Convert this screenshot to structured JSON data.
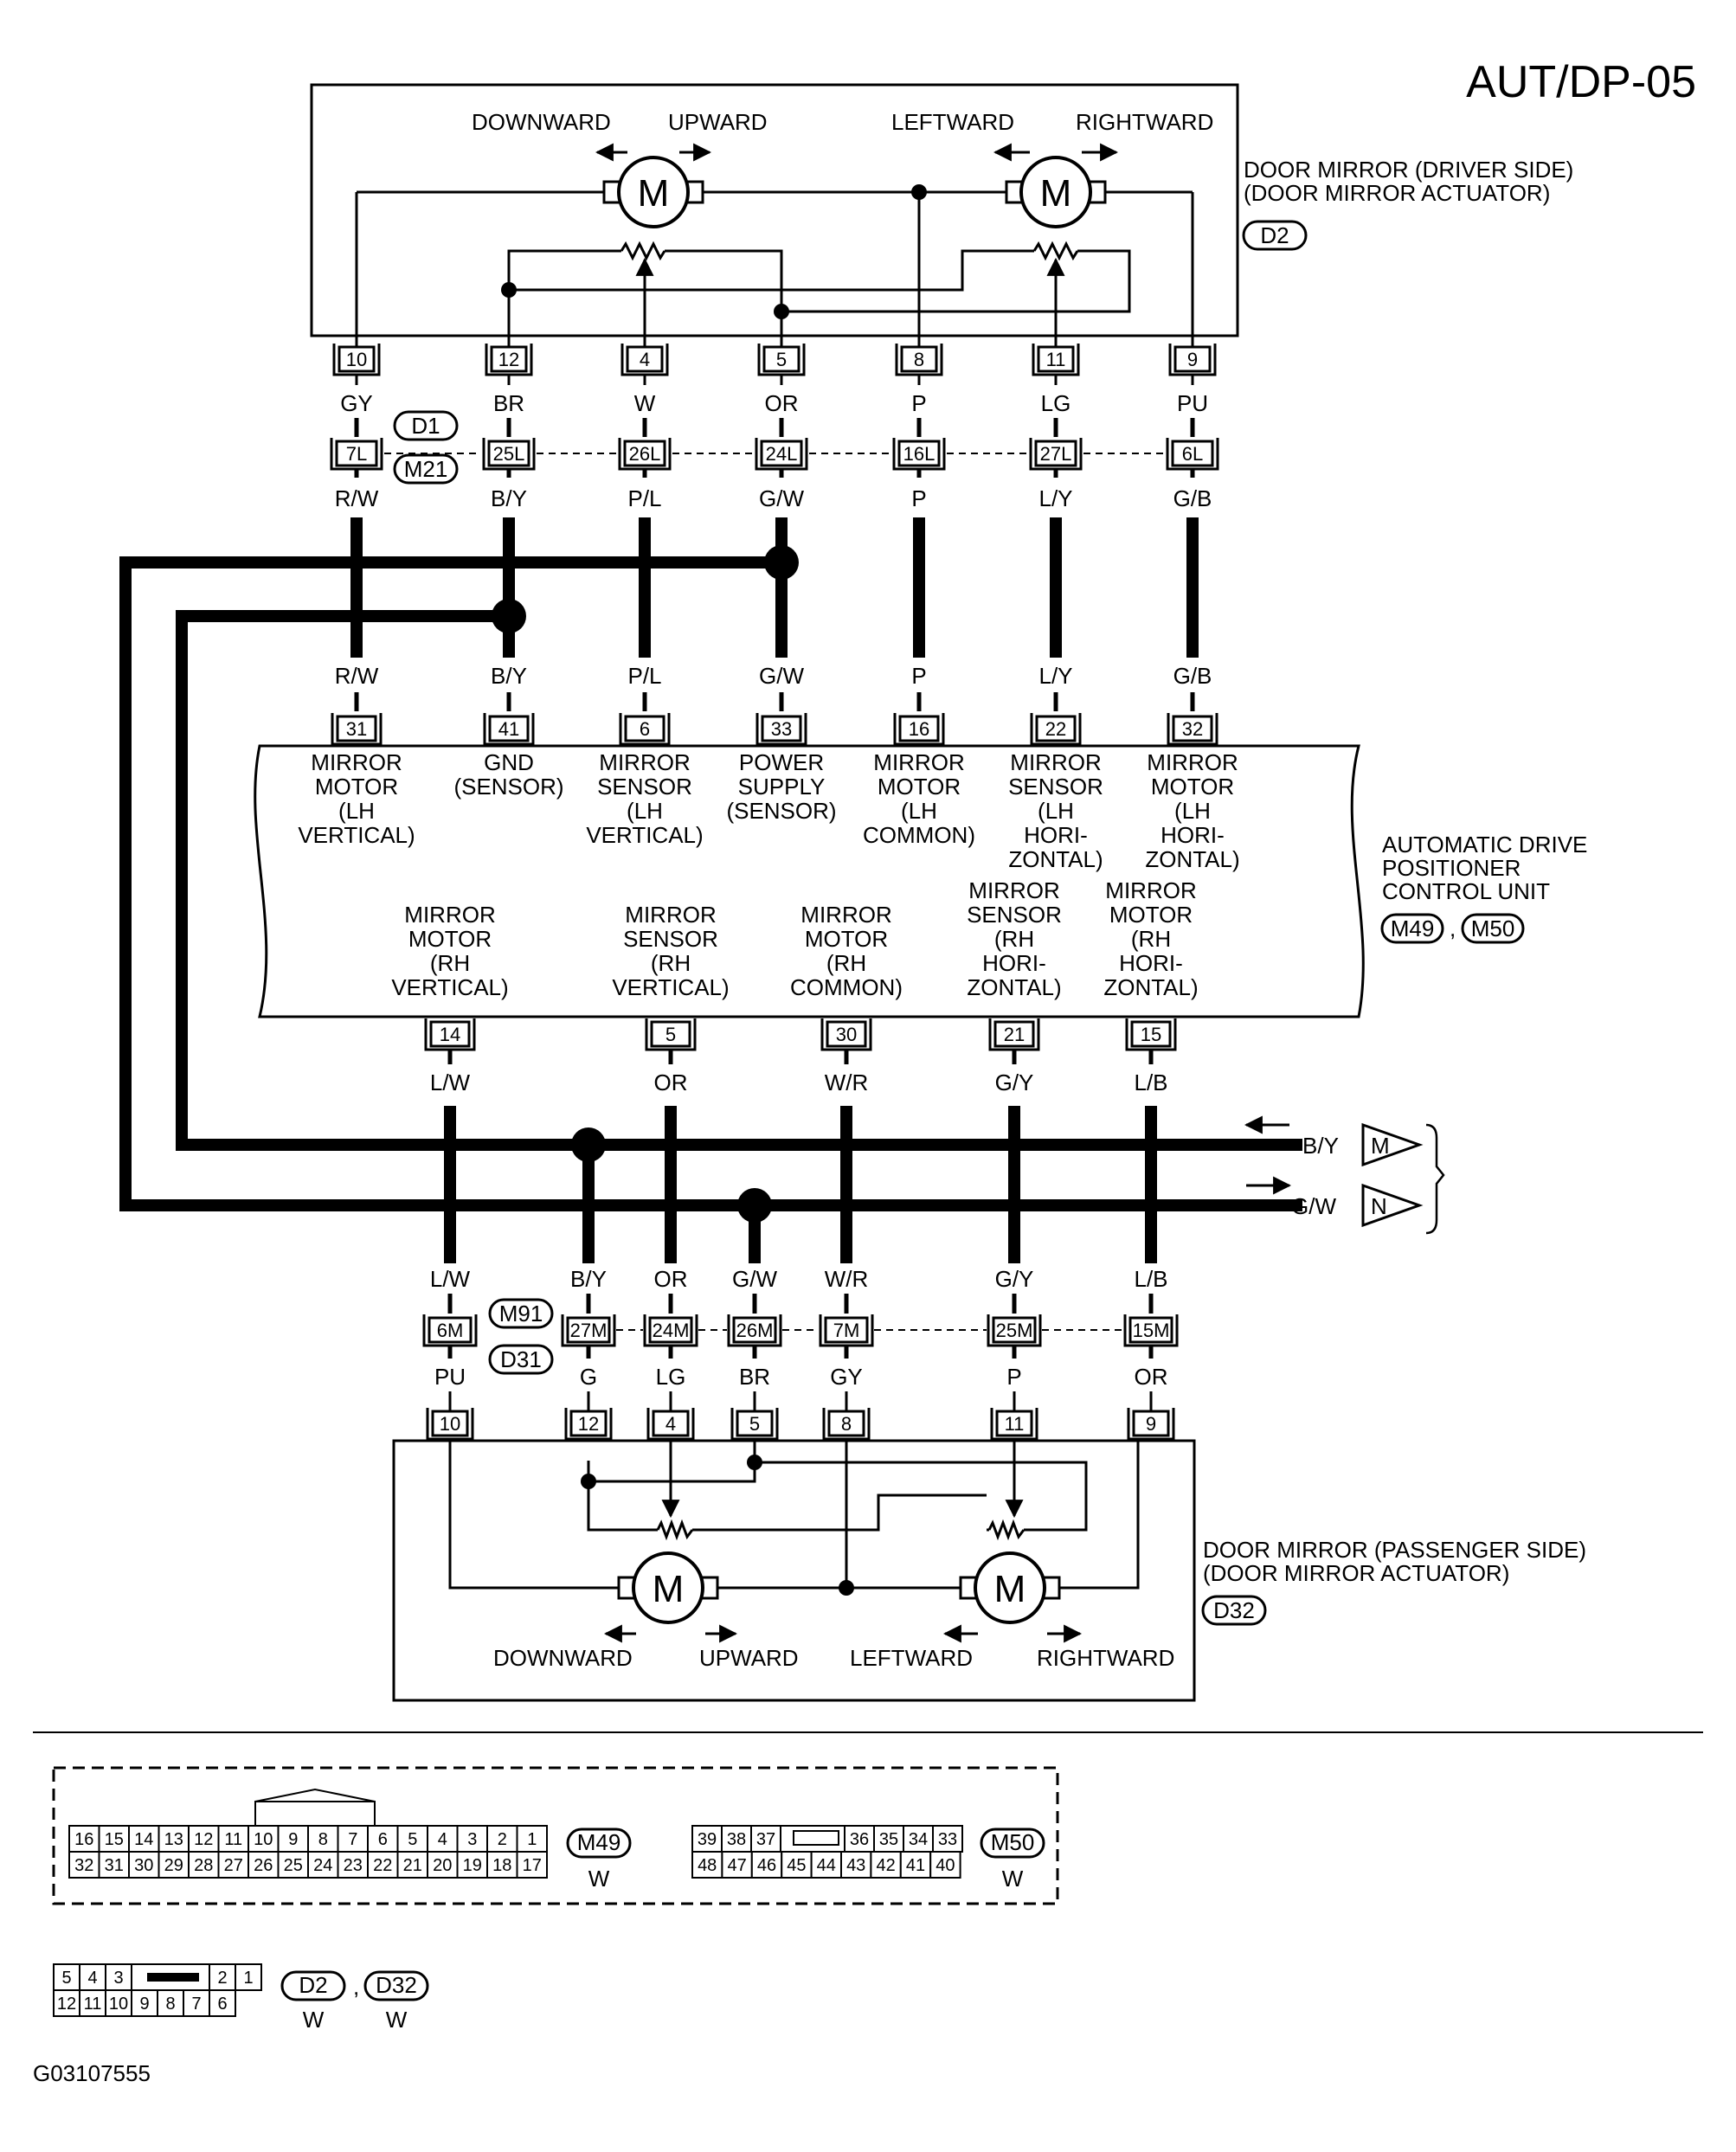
{
  "page_code": "AUT/DP-05",
  "figure_id": "G03107555",
  "driver_mirror": {
    "name_line1": "DOOR MIRROR (DRIVER SIDE)",
    "name_line2": "(DOOR MIRROR ACTUATOR)",
    "connector": "D2",
    "dir_down": "DOWNWARD",
    "dir_up": "UPWARD",
    "dir_left": "LEFTWARD",
    "dir_right": "RIGHTWARD",
    "motor_glyph": "M",
    "pins": [
      "10",
      "12",
      "4",
      "5",
      "8",
      "11",
      "9"
    ],
    "colors": [
      "GY",
      "BR",
      "W",
      "OR",
      "P",
      "LG",
      "PU"
    ]
  },
  "joint_upper": {
    "connector_a": "D1",
    "connector_b": "M21",
    "pins": [
      "7L",
      "25L",
      "26L",
      "24L",
      "16L",
      "27L",
      "6L"
    ],
    "colors_below": [
      "R/W",
      "B/Y",
      "P/L",
      "G/W",
      "P",
      "L/Y",
      "G/B"
    ]
  },
  "control_unit": {
    "name_line1": "AUTOMATIC DRIVE",
    "name_line2": "POSITIONER",
    "name_line3": "CONTROL UNIT",
    "connector_a": "M49",
    "connector_b": "M50",
    "top_colors": [
      "R/W",
      "B/Y",
      "P/L",
      "G/W",
      "P",
      "L/Y",
      "G/B"
    ],
    "top_pins": [
      "31",
      "41",
      "6",
      "33",
      "16",
      "22",
      "32"
    ],
    "top_labels": [
      [
        "MIRROR",
        "MOTOR",
        "(LH",
        "VERTICAL)"
      ],
      [
        "GND",
        "(SENSOR)"
      ],
      [
        "MIRROR",
        "SENSOR",
        "(LH",
        "VERTICAL)"
      ],
      [
        "POWER",
        "SUPPLY",
        "(SENSOR)"
      ],
      [
        "MIRROR",
        "MOTOR",
        "(LH",
        "COMMON)"
      ],
      [
        "MIRROR",
        "SENSOR",
        "(LH",
        "HORI-",
        "ZONTAL)"
      ],
      [
        "MIRROR",
        "MOTOR",
        "(LH",
        "HORI-",
        "ZONTAL)"
      ]
    ],
    "bottom_labels": [
      [
        "MIRROR",
        "MOTOR",
        "(RH",
        "VERTICAL)"
      ],
      [
        "MIRROR",
        "SENSOR",
        "(RH",
        "VERTICAL)"
      ],
      [
        "MIRROR",
        "MOTOR",
        "(RH",
        "COMMON)"
      ],
      [
        "MIRROR",
        "SENSOR",
        "(RH",
        "HORI-",
        "ZONTAL)"
      ],
      [
        "MIRROR",
        "MOTOR",
        "(RH",
        "HORI-",
        "ZONTAL)"
      ]
    ],
    "bottom_pins": [
      "14",
      "5",
      "30",
      "21",
      "15"
    ],
    "bottom_colors": [
      "L/W",
      "OR",
      "W/R",
      "G/Y",
      "L/B"
    ]
  },
  "bus": {
    "upper_label": "B/Y",
    "upper_ref": "M",
    "lower_label": "G/W",
    "lower_ref": "N"
  },
  "joint_lower": {
    "connector_a": "M91",
    "connector_b": "D31",
    "colors_above": [
      "L/W",
      "B/Y",
      "OR",
      "G/W",
      "W/R",
      "G/Y",
      "L/B"
    ],
    "pins": [
      "6M",
      "27M",
      "24M",
      "26M",
      "7M",
      "25M",
      "15M"
    ],
    "colors_below": [
      "PU",
      "G",
      "LG",
      "BR",
      "GY",
      "P",
      "OR"
    ]
  },
  "passenger_mirror": {
    "name_line1": "DOOR MIRROR (PASSENGER SIDE)",
    "name_line2": "(DOOR MIRROR ACTUATOR)",
    "connector": "D32",
    "dir_down": "DOWNWARD",
    "dir_up": "UPWARD",
    "dir_left": "LEFTWARD",
    "dir_right": "RIGHTWARD",
    "motor_glyph": "M",
    "pins": [
      "10",
      "12",
      "4",
      "5",
      "8",
      "11",
      "9"
    ]
  },
  "connector_views": {
    "m49": {
      "top": [
        "16",
        "15",
        "14",
        "13",
        "12",
        "11",
        "10",
        "9",
        "8",
        "7",
        "6",
        "5",
        "4",
        "3",
        "2",
        "1"
      ],
      "bottom": [
        "32",
        "31",
        "30",
        "29",
        "28",
        "27",
        "26",
        "25",
        "24",
        "23",
        "22",
        "21",
        "20",
        "19",
        "18",
        "17"
      ],
      "tag": "M49",
      "color": "W"
    },
    "m50": {
      "top": [
        "39",
        "38",
        "37",
        "",
        "36",
        "35",
        "34",
        "33"
      ],
      "bottom": [
        "48",
        "47",
        "46",
        "45",
        "44",
        "43",
        "42",
        "41",
        "40"
      ],
      "tag": "M50",
      "color": "W"
    },
    "d2": {
      "top_left": [
        "5",
        "4",
        "3"
      ],
      "top_right": [
        "2",
        "1"
      ],
      "bottom": [
        "12",
        "11",
        "10",
        "9",
        "8",
        "7",
        "6"
      ],
      "tag_a": "D2",
      "tag_b": "D32",
      "color_a": "W",
      "color_b": "W"
    }
  }
}
